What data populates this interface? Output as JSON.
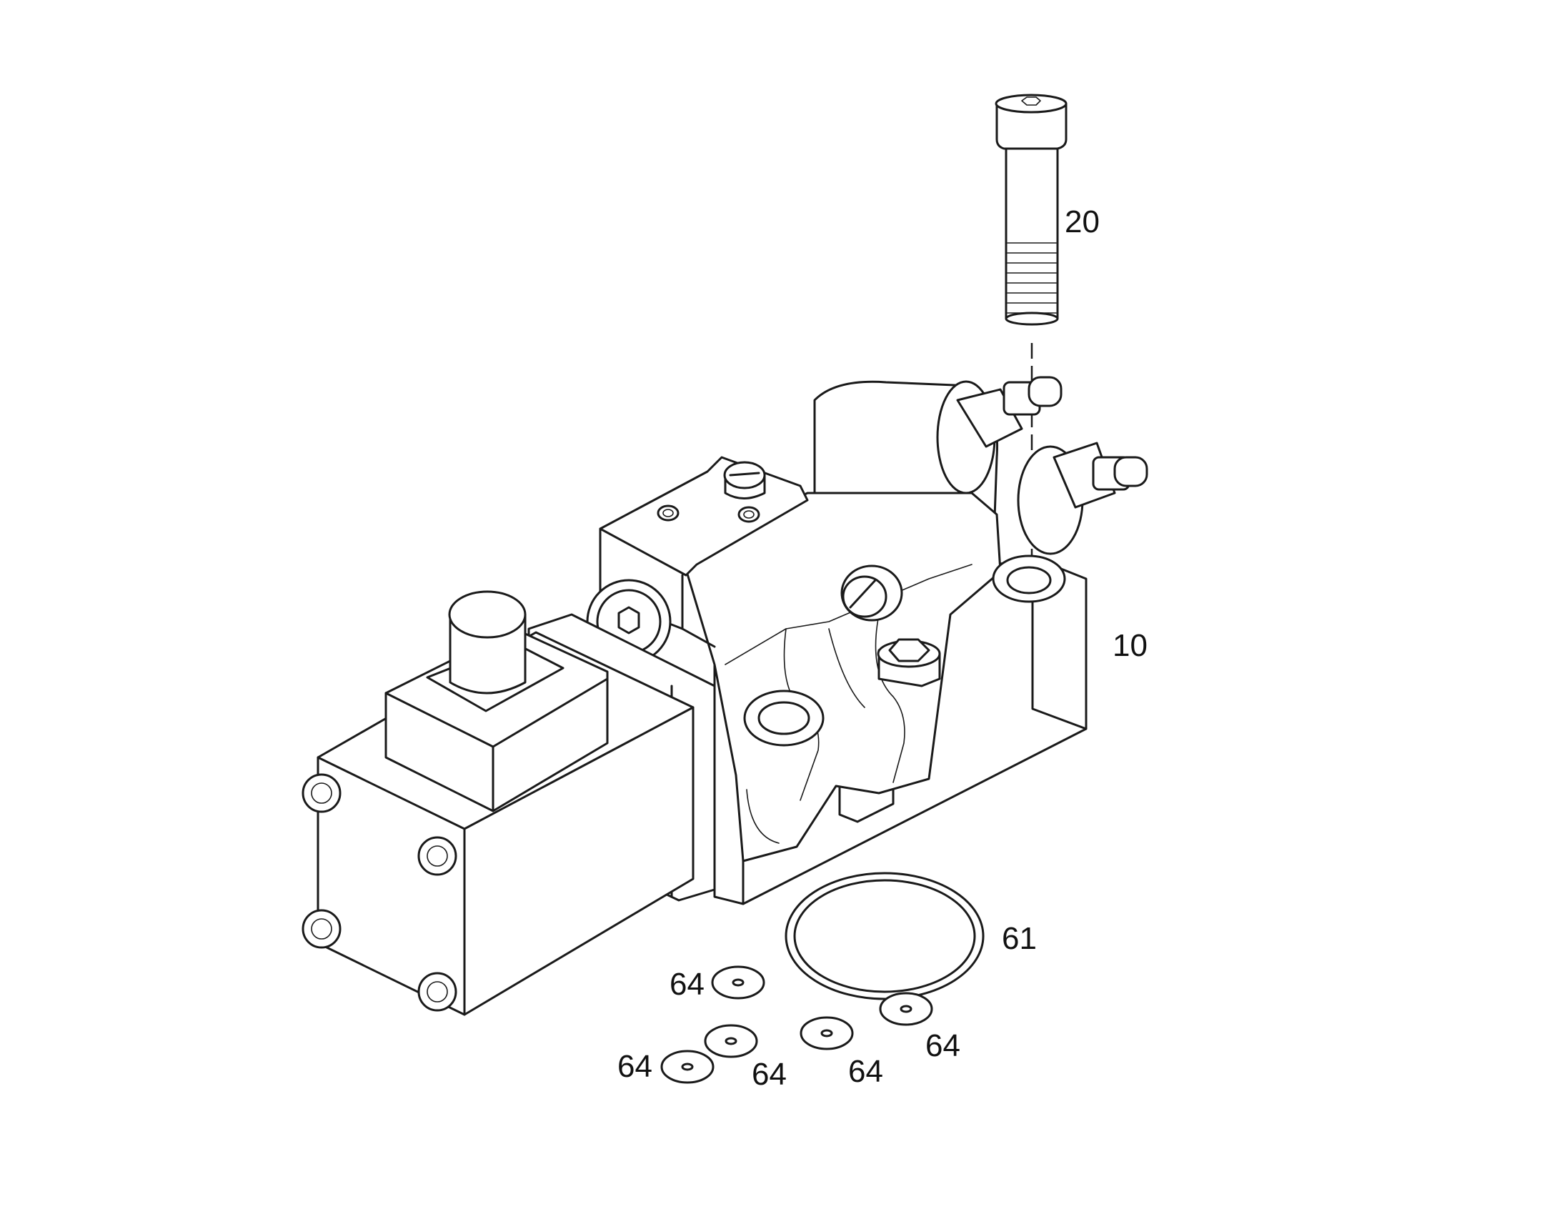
{
  "callouts": [
    {
      "id": "bolt",
      "label": "20"
    },
    {
      "id": "valve-assembly",
      "label": "10"
    },
    {
      "id": "o-ring",
      "label": "61"
    },
    {
      "id": "seal-1",
      "label": "64"
    },
    {
      "id": "seal-2",
      "label": "64"
    },
    {
      "id": "seal-3",
      "label": "64"
    },
    {
      "id": "seal-4",
      "label": "64"
    },
    {
      "id": "seal-5",
      "label": "64"
    }
  ]
}
